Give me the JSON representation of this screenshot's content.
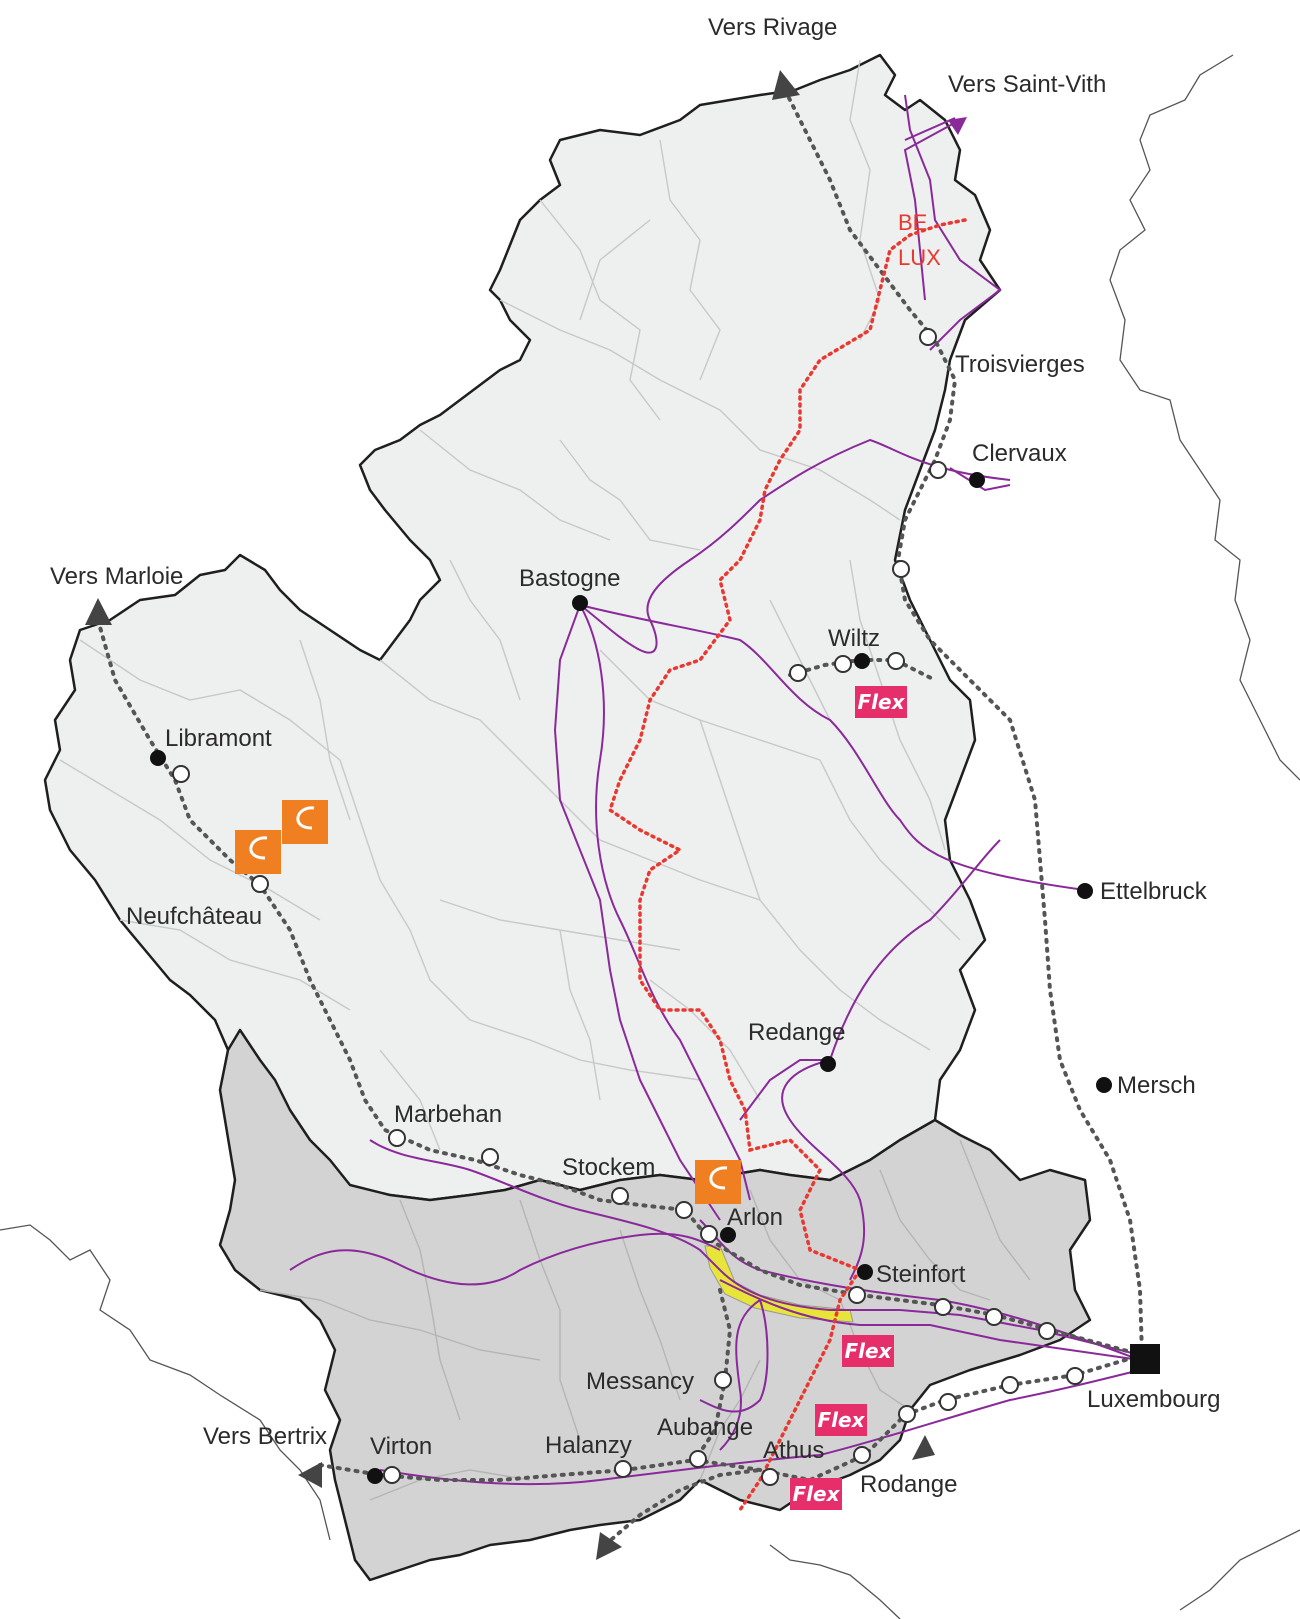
{
  "colors": {
    "belgium_region": "#eeefef",
    "south_region": "#d3d3d4",
    "border": "#1f1f1f",
    "neighbour_border": "#555555",
    "internal_lines": "#c8c8c8",
    "rail": "#555555",
    "bus_line": "#8a2a9a",
    "cross_border_line": "#e8382f",
    "flex_badge": "#e62e6b",
    "park_badge": "#f07f22",
    "highlight_zone": "#e8e53a"
  },
  "directions": {
    "rivage": "Vers Rivage",
    "saint_vith": "Vers Saint-Vith",
    "marloie": "Vers Marloie",
    "bertrix": "Vers Bertrix"
  },
  "cross_border": {
    "be": "BE",
    "lux": "LUX"
  },
  "stations": {
    "troisvierges": "Troisvierges",
    "clervaux": "Clervaux",
    "bastogne": "Bastogne",
    "wiltz": "Wiltz",
    "libramont": "Libramont",
    "neufchateau": "Neufchâteau",
    "ettelbruck": "Ettelbruck",
    "redange": "Redange",
    "mersch": "Mersch",
    "marbehan": "Marbehan",
    "stockem": "Stockem",
    "arlon": "Arlon",
    "steinfort": "Steinfort",
    "messancy": "Messancy",
    "luxembourg": "Luxembourg",
    "aubange": "Aubange",
    "halanzy": "Halanzy",
    "virton": "Virton",
    "athus": "Athus",
    "rodange": "Rodange"
  },
  "flex_label": "Flex",
  "icons": [
    "flex-badge-icon",
    "park-and-ride-icon",
    "direction-arrow-icon"
  ]
}
